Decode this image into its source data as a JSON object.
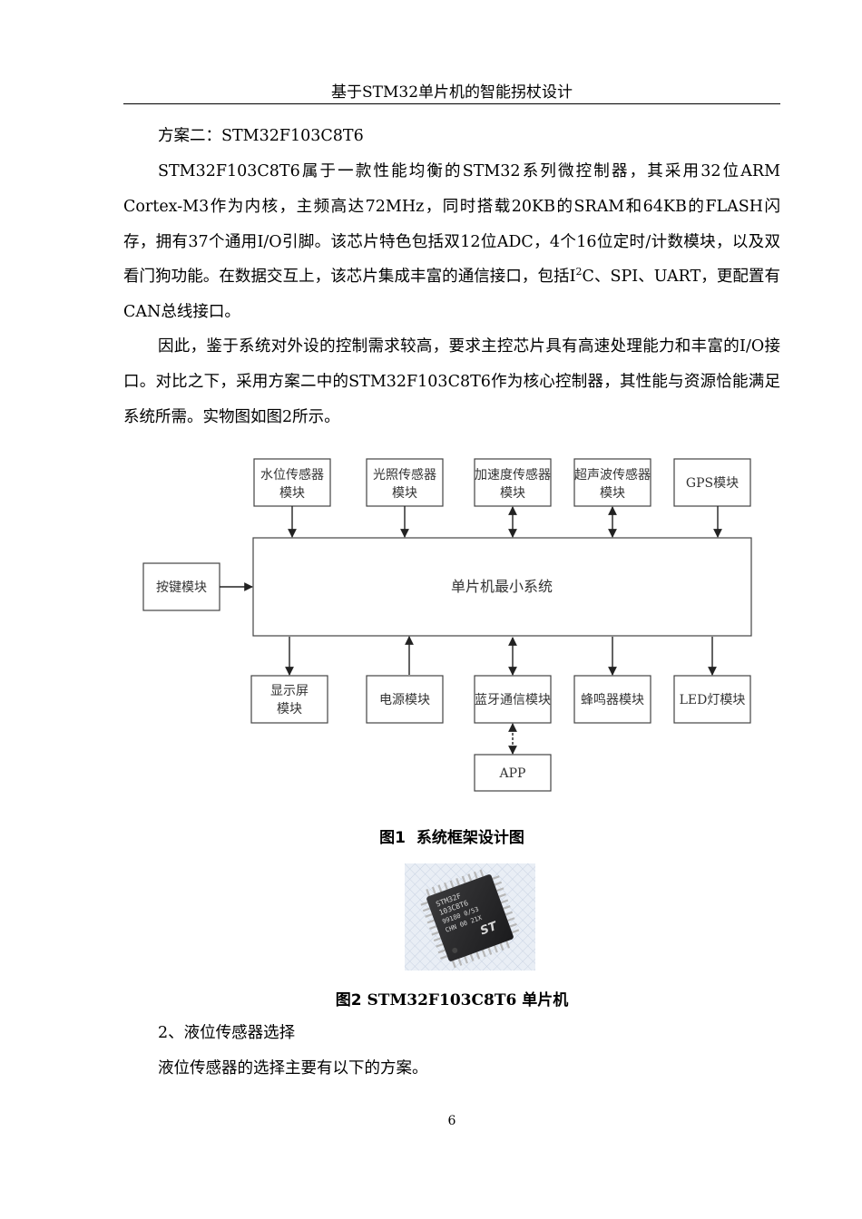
{
  "header": {
    "title": "基于STM32单片机的智能拐杖设计"
  },
  "paragraphs": {
    "p1": "方案二：STM32F103C8T6",
    "p2_before_sup": "STM32F103C8T6属于一款性能均衡的STM32系列微控制器，其采用32位ARM Cortex-M3作为内核，主频高达72MHz，同时搭载20KB的SRAM和64KB的FLASH闪存，拥有37个通用I/O引脚。该芯片特色包括双12位ADC，4个16位定时/计数模块，以及双看门狗功能。在数据交互上，该芯片集成丰富的通信接口，包括I",
    "p2_sup": "2",
    "p2_after_sup": "C、SPI、UART，更配置有CAN总线接口。",
    "p3": "因此，鉴于系统对外设的控制需求较高，要求主控芯片具有高速处理能力和丰富的I/O接口。对比之下，采用方案二中的STM32F103C8T6作为核心控制器，其性能与资源恰能满足系统所需。实物图如图2所示。",
    "p4": "2、液位传感器选择",
    "p5": "液位传感器的选择主要有以下的方案。"
  },
  "diagram": {
    "top_modules": [
      {
        "line1": "水位传感器",
        "line2": "模块"
      },
      {
        "line1": "光照传感器",
        "line2": "模块"
      },
      {
        "line1": "加速度传感器",
        "line2": "模块"
      },
      {
        "line1": "超声波传感器",
        "line2": "模块"
      },
      {
        "line1": "GPS模块",
        "line2": ""
      }
    ],
    "center": "单片机最小系统",
    "left_module": "按键模块",
    "bottom_modules": [
      {
        "line1": "显示屏",
        "line2": "模块"
      },
      {
        "line1": "电源模块",
        "line2": ""
      },
      {
        "line1": "蓝牙通信模块",
        "line2": ""
      },
      {
        "line1": "蜂鸣器模块",
        "line2": ""
      },
      {
        "line1": "LED灯模块",
        "line2": ""
      }
    ],
    "app": "APP"
  },
  "figure1": {
    "number": "图1",
    "title": "系统框架设计图"
  },
  "figure2": {
    "number": "图2",
    "model": "STM32F103C8T6",
    "title_tail": "单片机"
  },
  "chip_image": {
    "marking_line1": "STM32F",
    "marking_line2": "103C8T6",
    "marking_line3": "99180 0/53",
    "marking_line4": "CHN 00 21X",
    "logo": "ST"
  },
  "page_number": "6"
}
